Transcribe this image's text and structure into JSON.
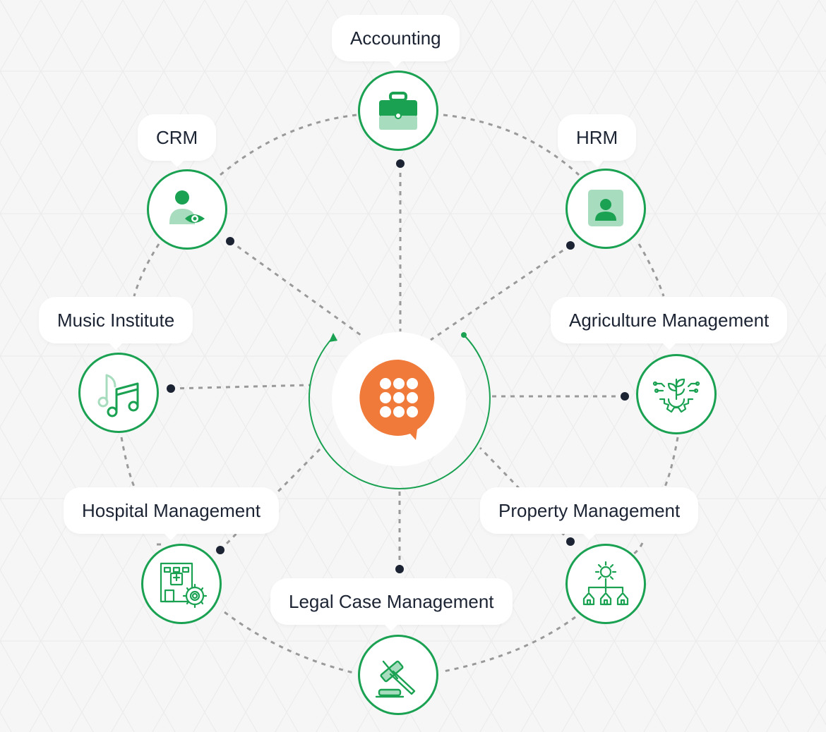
{
  "colors": {
    "accent_green": "#1aa152",
    "light_green": "#a8dcbe",
    "hub_orange": "#f07a3a",
    "dot_navy": "#1c2434",
    "connector_gray": "#9a9a9a",
    "background": "#f6f6f6"
  },
  "hub": {
    "icon": "chat-bubble-dots-logo"
  },
  "modules": [
    {
      "label": "Accounting",
      "icon": "briefcase-icon"
    },
    {
      "label": "HRM",
      "icon": "id-badge-icon"
    },
    {
      "label": "Agriculture Management",
      "icon": "plant-gear-icon"
    },
    {
      "label": "Property Management",
      "icon": "gear-houses-icon"
    },
    {
      "label": "Legal Case Management",
      "icon": "gavel-icon"
    },
    {
      "label": "Hospital Management",
      "icon": "hospital-gear-icon"
    },
    {
      "label": "Music Institute",
      "icon": "music-notes-icon"
    },
    {
      "label": "CRM",
      "icon": "user-eye-icon"
    }
  ]
}
